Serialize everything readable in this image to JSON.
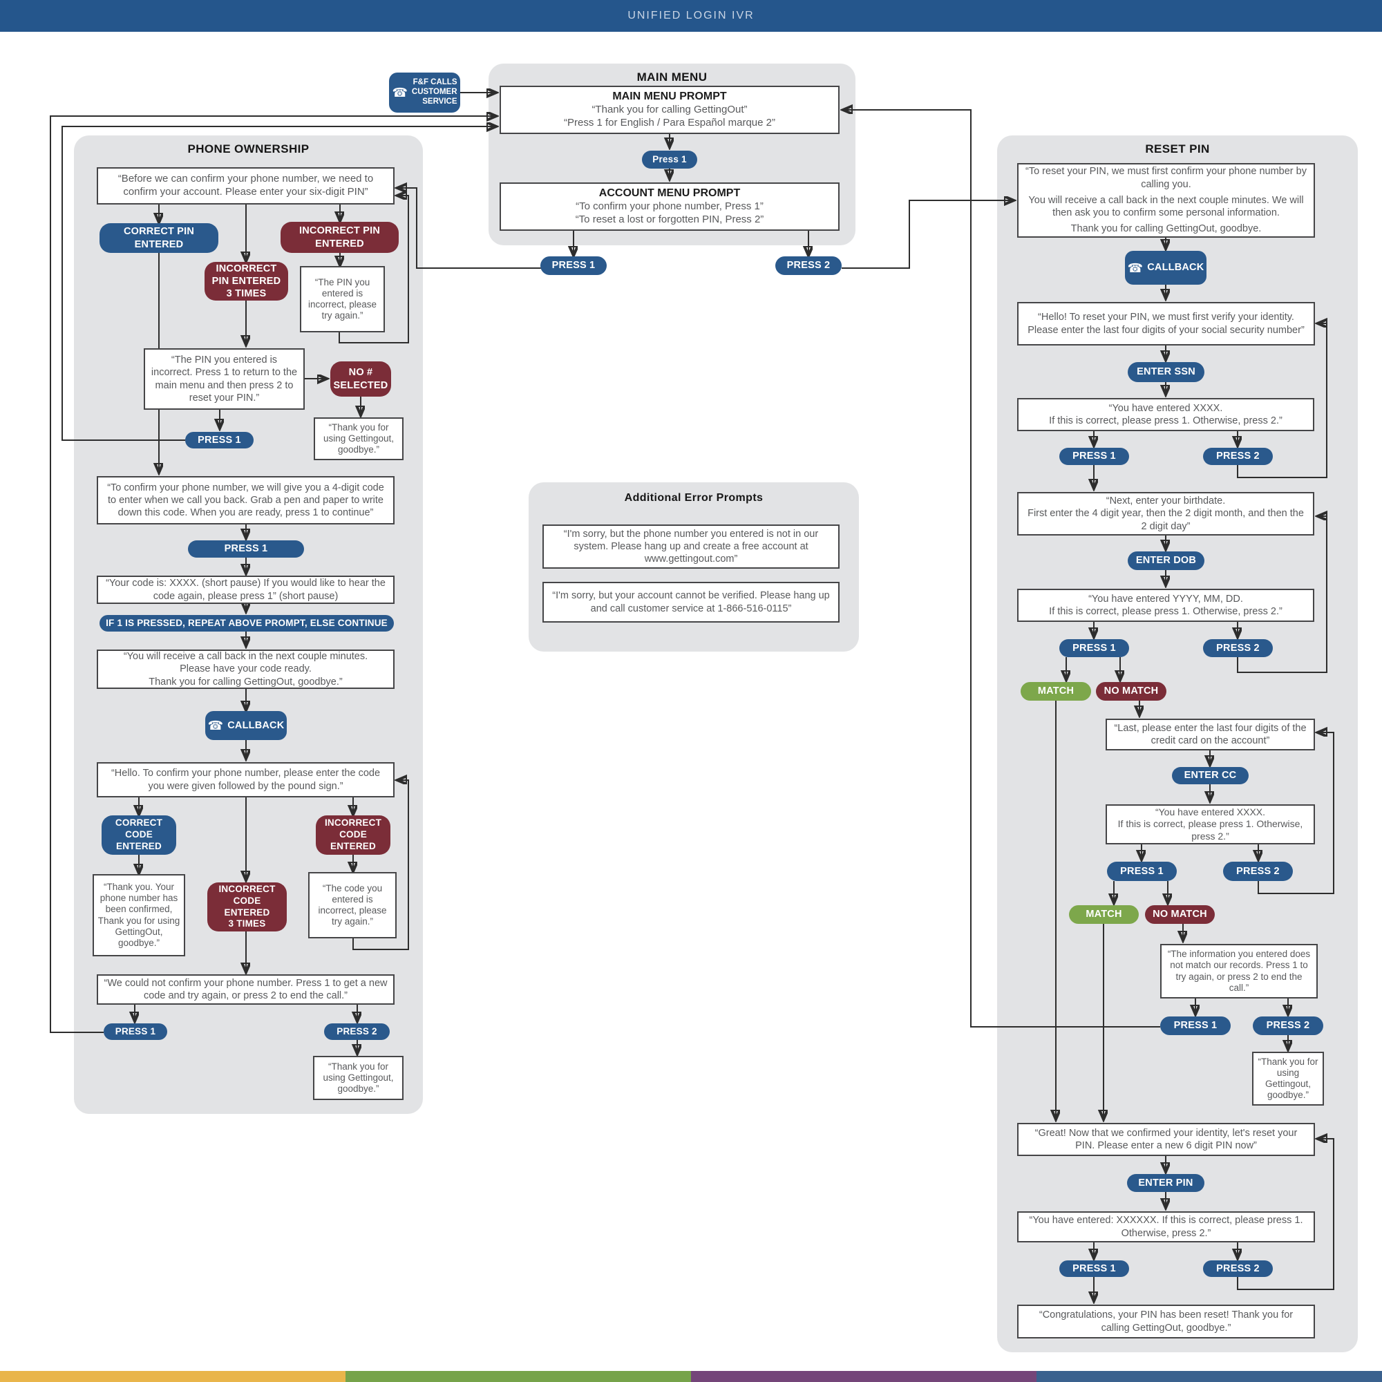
{
  "header": {
    "title": "UNIFIED LOGIN IVR"
  },
  "entry": {
    "label": "F&F CALLS\nCUSTOMER\nSERVICE",
    "phone_icon": "☎"
  },
  "pills": {
    "press1": "PRESS 1",
    "press2": "PRESS 2",
    "press1_small": "Press 1",
    "match": "MATCH",
    "no_match": "NO MATCH",
    "callback": "CALLBACK"
  },
  "main_menu": {
    "panel_title": "MAIN MENU",
    "prompt_heading": "MAIN MENU PROMPT",
    "prompt_body": "“Thank you for calling GettingOut”\n“Press 1 for English / Para Español marque 2”",
    "account_heading": "ACCOUNT MENU PROMPT",
    "account_body": "“To confirm your phone number, Press 1”\n“To reset a lost or forgotten PIN, Press 2”"
  },
  "phone": {
    "panel_title": "PHONE OWNERSHIP",
    "pin_prompt": "“Before we can confirm your phone number, we need to confirm your account. Please enter your six-digit PIN”",
    "correct_pin": "CORRECT PIN ENTERED",
    "incorrect_pin": "INCORRECT PIN ENTERED",
    "incorrect_pin_3": "INCORRECT PIN ENTERED 3 TIMES",
    "pin_try_again": "“The PIN you entered is incorrect, please try again.”",
    "pin_menu": "“The PIN you entered is incorrect. Press 1 to return to the main menu and then press 2 to reset your PIN.”",
    "no_number": "NO #\nSELECTED",
    "goodbye1": "“Thank you for using Gettingout, goodbye.”",
    "code_intro": "“To confirm your phone number, we will give you a 4-digit code to enter when we call you back. Grab a pen and paper to write down this code. When you are ready, press 1 to continue”",
    "code_read": "“Your code is: XXXX. (short pause) If you would like to hear the code again, please press 1” (short pause)",
    "repeat_rule": "IF 1 IS PRESSED, REPEAT ABOVE PROMPT, ELSE CONTINUE",
    "callback_notice": "“You will receive a call back in the next couple minutes.\nPlease have your code ready.\nThank you for calling GettingOut, goodbye.”",
    "code_prompt": "“Hello. To confirm your phone number, please enter the code you were given followed by the pound sign.”",
    "correct_code": "CORRECT CODE\nENTERED",
    "incorrect_code": "INCORRECT\nCODE ENTERED",
    "incorrect_code_3": "INCORRECT\nCODE ENTERED\n3 TIMES",
    "confirmed": "“Thank you. Your phone number has been confirmed, Thank you for using GettingOut, goodbye.”",
    "code_try_again": "“The code you entered is incorrect, please try again.”",
    "could_not_confirm": "“We could not confirm your phone number. Press 1 to get a new code and try again, or press 2 to end the call.”",
    "goodbye2": "“Thank you for using Gettingout, goodbye.”"
  },
  "errors": {
    "panel_title": "Additional Error Prompts",
    "not_in_system": "“I'm sorry, but the phone number you entered is not in our system. Please hang up and create a free account at www.gettingout.com”",
    "cannot_verify": "“I'm sorry, but your account cannot be verified. Please hang up and call customer service at 1-866-516-0115”"
  },
  "reset": {
    "panel_title": "RESET PIN",
    "intro_1": "“To reset your PIN, we must first confirm your phone number by calling you.",
    "intro_2": "You will receive a call back in the next couple minutes. We will then ask you to confirm some personal information.",
    "intro_3": "Thank you for calling GettingOut, goodbye.",
    "verify_identity": "“Hello! To reset your PIN, we must first verify your identity. Please enter the last four digits of your social security number”",
    "enter_ssn": "ENTER SSN",
    "ssn_confirm": "“You have entered XXXX.\nIf this is correct, please press 1. Otherwise, press 2.”",
    "dob_prompt": "“Next, enter your birthdate.\nFirst enter the 4 digit year, then the 2 digit month, and then the 2 digit day”",
    "enter_dob": "ENTER DOB",
    "dob_confirm": "“You have entered YYYY, MM, DD.\nIf this is correct, please press 1. Otherwise, press 2.”",
    "cc_prompt": "“Last, please enter the last four digits of the credit card on the account”",
    "enter_cc": "ENTER CC",
    "cc_confirm": "“You have entered XXXX.\nIf this is correct, please press 1. Otherwise, press 2.”",
    "no_match_msg": "“The information you entered does not match our records. Press 1 to try again, or press 2 to end the call.”",
    "goodbye": "“Thank you for using Gettingout, goodbye.”",
    "great": "“Great! Now that we confirmed your identity, let's reset your PIN. Please enter a new 6 digit PIN now”",
    "enter_pin": "ENTER PIN",
    "pin_confirm": "“You have entered: XXXXXX. If this is correct, please press 1. Otherwise, press 2.”",
    "congrats": "“Congratulations, your PIN has been reset! Thank you for calling GettingOut, goodbye.”"
  },
  "footer": {
    "colors": [
      "#e9b54b",
      "#76a34a",
      "#744579",
      "#3a618e"
    ]
  }
}
